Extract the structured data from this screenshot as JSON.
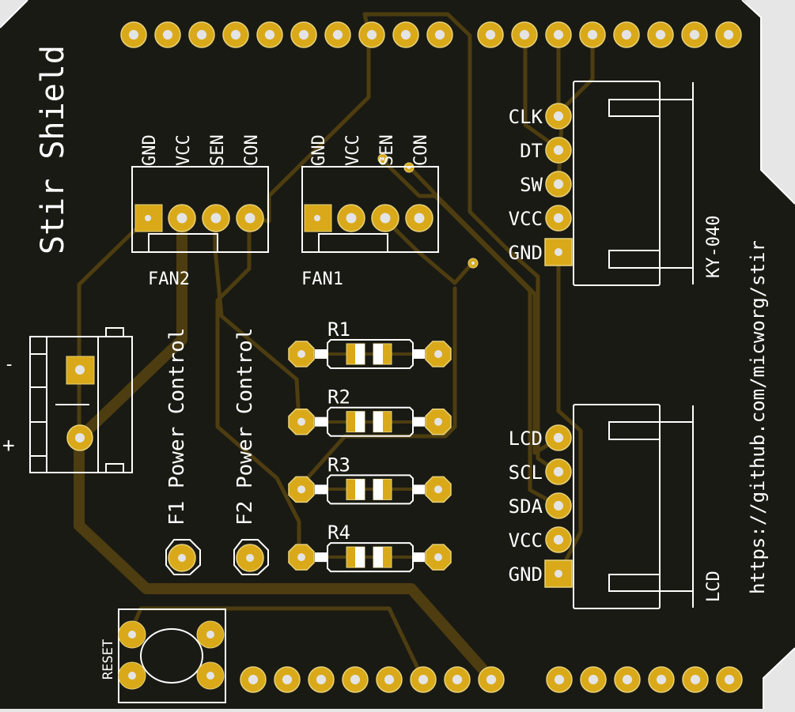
{
  "board": {
    "title": "Stir Shield",
    "url": "https://github.com/micworg/stir",
    "colors": {
      "substrate": "#1a1a14",
      "copper_pad": "#d9a91a",
      "pad_rim": "#e8d27a",
      "drill": "#e4e4e4",
      "trace": "#4d3d10",
      "silkscreen": "#ffffff",
      "background": "#e6e6e6"
    }
  },
  "components": {
    "fan2": {
      "ref": "FAN2",
      "pins": [
        "GND",
        "VCC",
        "SEN",
        "CON"
      ]
    },
    "fan1": {
      "ref": "FAN1",
      "pins": [
        "GND",
        "VCC",
        "SEN",
        "CON"
      ]
    },
    "encoder": {
      "ref": "KY-040",
      "pins": [
        "CLK",
        "DT",
        "SW",
        "VCC",
        "GND"
      ]
    },
    "lcd": {
      "ref": "LCD",
      "pins": [
        "LCD",
        "SCL",
        "SDA",
        "VCC",
        "GND"
      ]
    },
    "resistors": [
      "R1",
      "R2",
      "R3",
      "R4"
    ],
    "power_jack": {
      "minus": "-",
      "plus": "+"
    },
    "f1_label": "F1 Power Control",
    "f2_label": "F2 Power Control",
    "reset_label": "RESET"
  },
  "headers": {
    "top_left_count": 10,
    "top_right_count": 8,
    "bottom_left_count": 8,
    "bottom_right_count": 6
  }
}
